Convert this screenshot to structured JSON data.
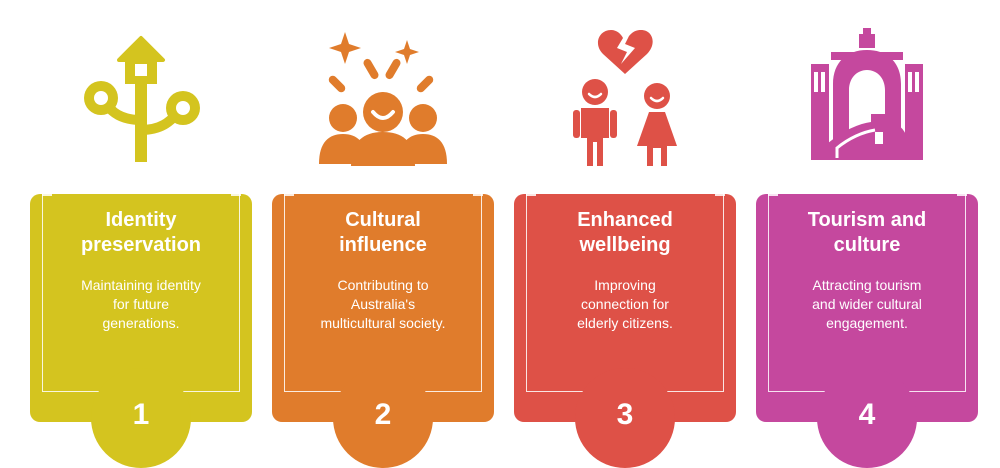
{
  "colors": {
    "yellow": "#d4c41f",
    "orange": "#e07c2c",
    "red": "#de5147",
    "magenta": "#c5489e"
  },
  "cards": [
    {
      "number": "1",
      "title_line1": "Identity",
      "title_line2": "preservation",
      "desc_line1": "Maintaining identity",
      "desc_line2": "for future",
      "desc_line3": "generations.",
      "icon": "tree-house-icon",
      "color": "#d4c41f"
    },
    {
      "number": "2",
      "title_line1": "Cultural",
      "title_line2": "influence",
      "desc_line1": "Contributing to",
      "desc_line2": "Australia's",
      "desc_line3": "multicultural society.",
      "icon": "group-celebration-icon",
      "color": "#e07c2c"
    },
    {
      "number": "3",
      "title_line1": "Enhanced",
      "title_line2": "wellbeing",
      "desc_line1": "Improving",
      "desc_line2": "connection for",
      "desc_line3": "elderly citizens.",
      "icon": "broken-heart-couple-icon",
      "color": "#de5147"
    },
    {
      "number": "4",
      "title_line1": "Tourism and",
      "title_line2": "culture",
      "desc_line1": "Attracting tourism",
      "desc_line2": "and wider cultural",
      "desc_line3": "engagement.",
      "icon": "landmark-icon",
      "color": "#c5489e"
    }
  ]
}
